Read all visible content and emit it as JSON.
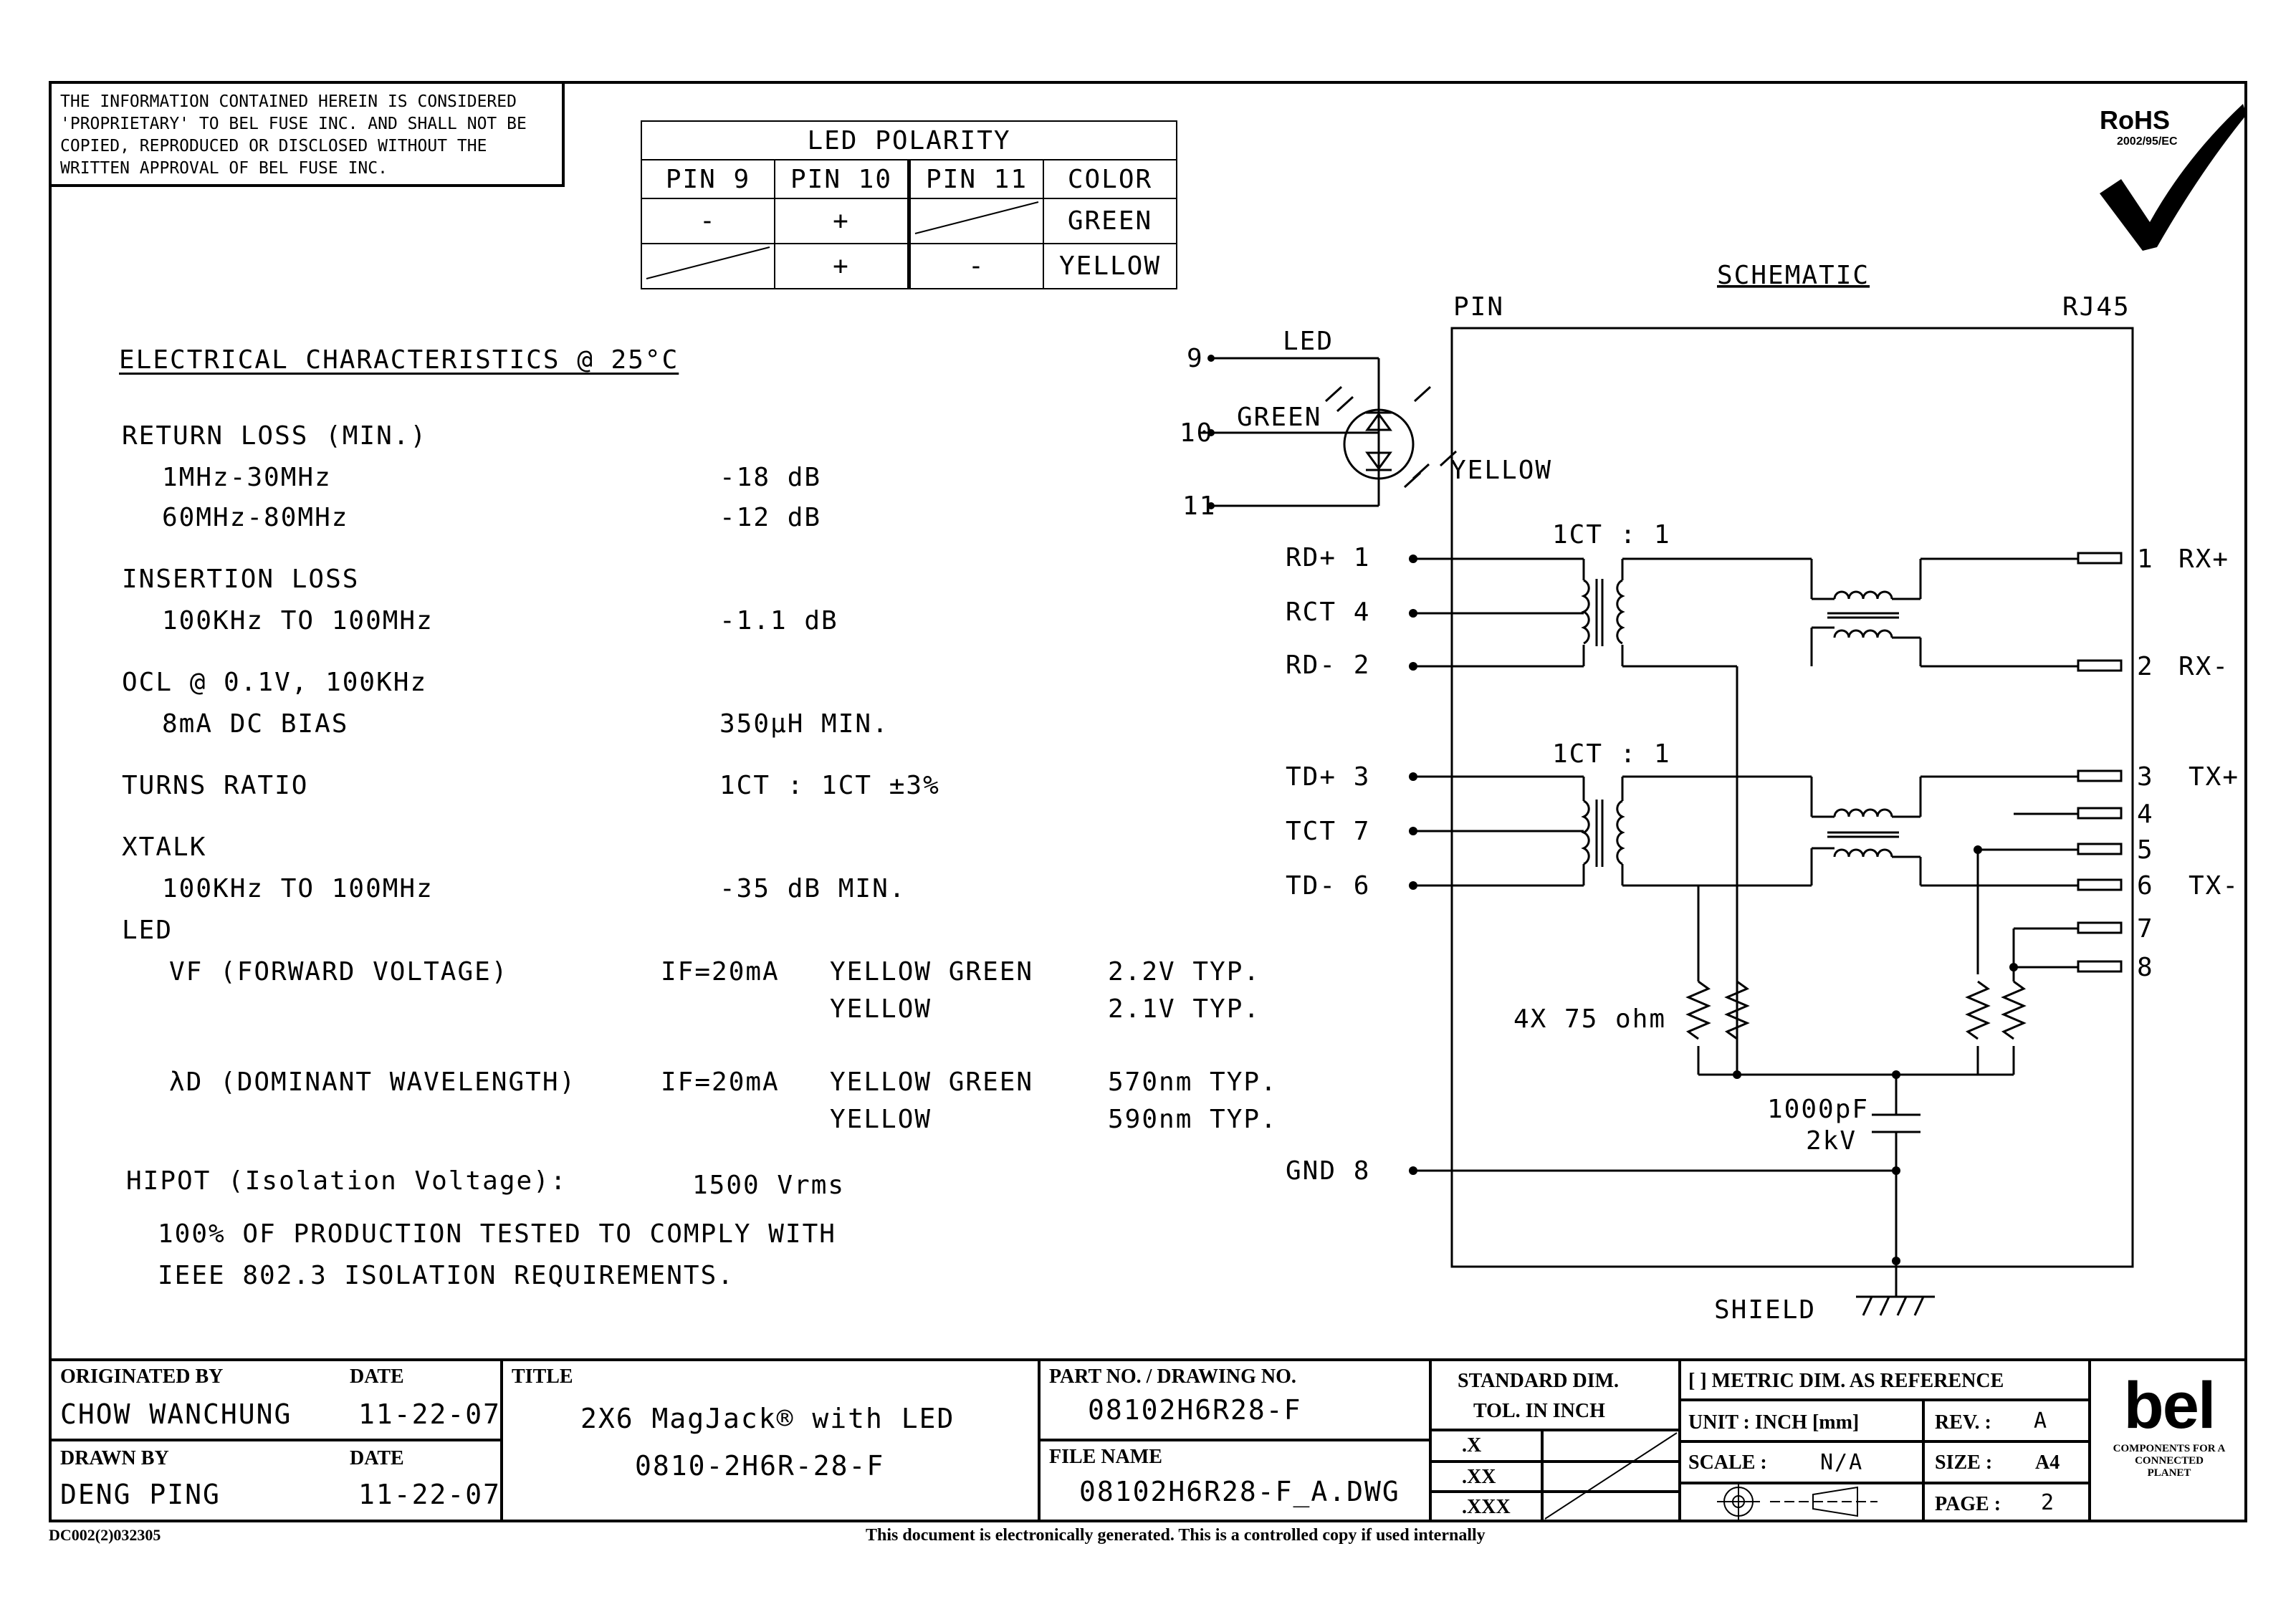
{
  "notice": {
    "lines": [
      "THE INFORMATION CONTAINED HEREIN IS CONSIDERED",
      "'PROPRIETARY' TO BEL FUSE INC. AND SHALL NOT BE",
      "COPIED, REPRODUCED OR DISCLOSED WITHOUT THE",
      "WRITTEN APPROVAL OF BEL FUSE INC."
    ]
  },
  "led_polarity": {
    "title": "LED POLARITY",
    "headers": [
      "PIN 9",
      "PIN 10",
      "PIN 11",
      "COLOR"
    ],
    "rows": [
      [
        "-",
        "+",
        "",
        "GREEN"
      ],
      [
        "",
        "+",
        "-",
        "YELLOW"
      ]
    ]
  },
  "rohs": {
    "label": "RoHS",
    "directive": "2002/95/EC"
  },
  "electrical": {
    "title": "ELECTRICAL CHARACTERISTICS @ 25°C",
    "return_loss": {
      "label": "RETURN LOSS (MIN.)",
      "r1_label": "1MHz-30MHz",
      "r1_value": "-18 dB",
      "r2_label": "60MHz-80MHz",
      "r2_value": "-12 dB"
    },
    "insertion_loss": {
      "label": "INSERTION LOSS",
      "r1_label": "100KHz TO 100MHz",
      "r1_value": "-1.1 dB"
    },
    "ocl": {
      "label": "OCL @ 0.1V, 100KHz",
      "r1_label": "8mA DC BIAS",
      "r1_value": "350μH MIN."
    },
    "turns": {
      "label": "TURNS RATIO",
      "value": "1CT : 1CT ±3%"
    },
    "xtalk": {
      "label": "XTALK",
      "r1_label": "100KHz TO 100MHz",
      "r1_value": "-35 dB MIN."
    },
    "led": {
      "label": "LED",
      "vf_label": "VF (FORWARD VOLTAGE)",
      "vf_cond": "IF=20mA",
      "vf_c1": "YELLOW GREEN",
      "vf_v1": "2.2V TYP.",
      "vf_c2": "YELLOW",
      "vf_v2": "2.1V TYP.",
      "ld_label": "λD (DOMINANT WAVELENGTH)",
      "ld_cond": "IF=20mA",
      "ld_c1": "YELLOW GREEN",
      "ld_v1": "570nm TYP.",
      "ld_c2": "YELLOW",
      "ld_v2": "590nm TYP."
    },
    "hipot": {
      "label": "HIPOT (Isolation Voltage):",
      "value": "1500 Vrms",
      "note1": "100% OF PRODUCTION TESTED TO COMPLY WITH",
      "note2": "IEEE 802.3 ISOLATION REQUIREMENTS."
    }
  },
  "schematic": {
    "title": "SCHEMATIC",
    "pin_header": "PIN",
    "rj45_header": "RJ45",
    "led_label": "LED",
    "green": "GREEN",
    "yellow": "YELLOW",
    "pin9": "9",
    "pin10": "10",
    "pin11": "11",
    "ratio1": "1CT : 1",
    "ratio2": "1CT : 1",
    "left_pins": [
      "RD+ 1",
      "RCT 4",
      "RD- 2",
      "TD+ 3",
      "TCT 7",
      "TD- 6"
    ],
    "gnd": "GND 8",
    "right_nums": [
      "1",
      "2",
      "3",
      "4",
      "5",
      "6",
      "7",
      "8"
    ],
    "right_labels": [
      "RX+",
      "RX-",
      "TX+",
      "TX-"
    ],
    "resistors": "4X 75 ohm",
    "cap_value": "1000pF",
    "cap_voltage": "2kV",
    "shield": "SHIELD"
  },
  "title_block": {
    "originated_label": "ORIGINATED BY",
    "originated_value": "CHOW WANCHUNG",
    "date_label": "DATE",
    "date1": "11-22-07",
    "drawn_label": "DRAWN BY",
    "drawn_value": "DENG PING",
    "date_label2": "DATE",
    "date2": "11-22-07",
    "title_label": "TITLE",
    "title1": "2X6 MagJack® with LED",
    "title2": "0810-2H6R-28-F",
    "part_label": "PART NO. / DRAWING NO.",
    "part_value": "08102H6R28-F",
    "file_label": "FILE NAME",
    "file_value": "08102H6R28-F_A.DWG",
    "std_dim1": "STANDARD DIM.",
    "std_dim2": "TOL. IN INCH",
    "tol_x": ".X",
    "tol_xx": ".XX",
    "tol_xxx": ".XXX",
    "metric": "[ ] METRIC DIM. AS REFERENCE",
    "unit_label": "UNIT : INCH [mm]",
    "rev_label": "REV. :",
    "rev_value": "A",
    "scale_label": "SCALE :",
    "scale_value": "N/A",
    "size_label": "SIZE :",
    "size_value": "A4",
    "page_label": "PAGE :",
    "page_value": "2",
    "logo": "bel",
    "tagline1": "COMPONENTS FOR A",
    "tagline2": "CONNECTED",
    "tagline3": "PLANET"
  },
  "footer": {
    "doc_code": "DC002(2)032305",
    "notice": "This document is electronically generated. This is a controlled copy if used internally"
  }
}
